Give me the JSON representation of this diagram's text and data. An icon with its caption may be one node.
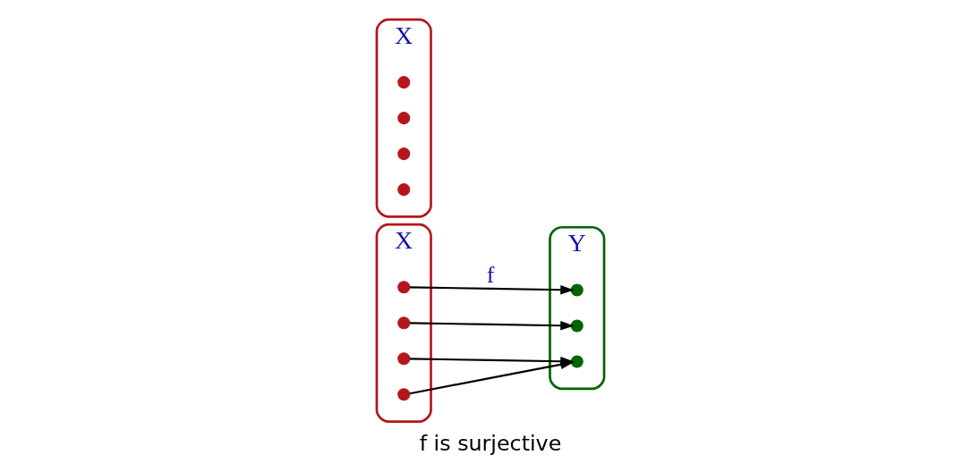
{
  "diagram": {
    "caption": "f is surjective",
    "nodes": [
      {
        "text": [
          "X"
        ]
      },
      {
        "text": [],
        "shape": "circle",
        "in": 0
      },
      {
        "text": [],
        "shape": "circle",
        "in": 0
      },
      {
        "text": [],
        "shape": "circle",
        "in": 0
      },
      {
        "text": [],
        "shape": "circle",
        "in": 0
      },
      {
        "text": [
          "Y"
        ]
      },
      {
        "text": [],
        "shape": "circle",
        "in": 5
      },
      {
        "text": [],
        "shape": "circle",
        "in": 5
      },
      {
        "text": [],
        "shape": "circle",
        "in": 5
      },
      {
        "text": [
          "X"
        ]
      },
      {
        "text": [],
        "shape": "circle",
        "in": 9
      },
      {
        "text": [],
        "shape": "circle",
        "in": 9
      },
      {
        "text": [],
        "shape": "circle",
        "in": 9
      },
      {
        "text": [],
        "shape": "circle",
        "in": 9
      }
    ],
    "edges": [
      {
        "from": 1,
        "to": 6,
        "arrow": "to",
        "label": "f"
      },
      {
        "from": 2,
        "to": 7,
        "arrow": "to"
      },
      {
        "from": 3,
        "to": 8,
        "arrow": "to"
      },
      {
        "from": 4,
        "to": 8,
        "arrow": "to"
      }
    ]
  }
}
